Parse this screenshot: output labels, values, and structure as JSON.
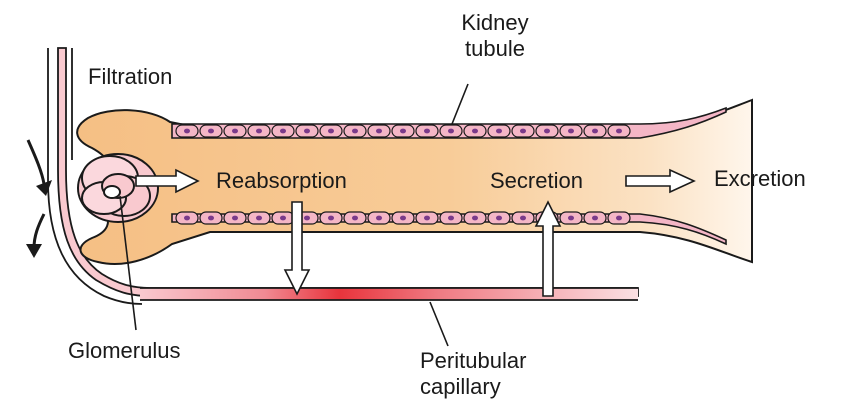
{
  "labels": {
    "kidney_tubule_line1": "Kidney",
    "kidney_tubule_line2": "tubule",
    "filtration": "Filtration",
    "reabsorption": "Reabsorption",
    "secretion": "Secretion",
    "excretion": "Excretion",
    "glomerulus": "Glomerulus",
    "peritubular_line1": "Peritubular",
    "peritubular_line2": "capillary"
  },
  "colors": {
    "tubule_fill": "#f7c88e",
    "tubule_outline": "#1a1a1a",
    "cell_fill": "#f4b6c6",
    "cell_nucleus": "#7a3a8a",
    "capillary_light": "#f9c9cf",
    "capillary_dark": "#e8343c",
    "arrow_fill": "#ffffff",
    "text": "#1a1a1a"
  }
}
